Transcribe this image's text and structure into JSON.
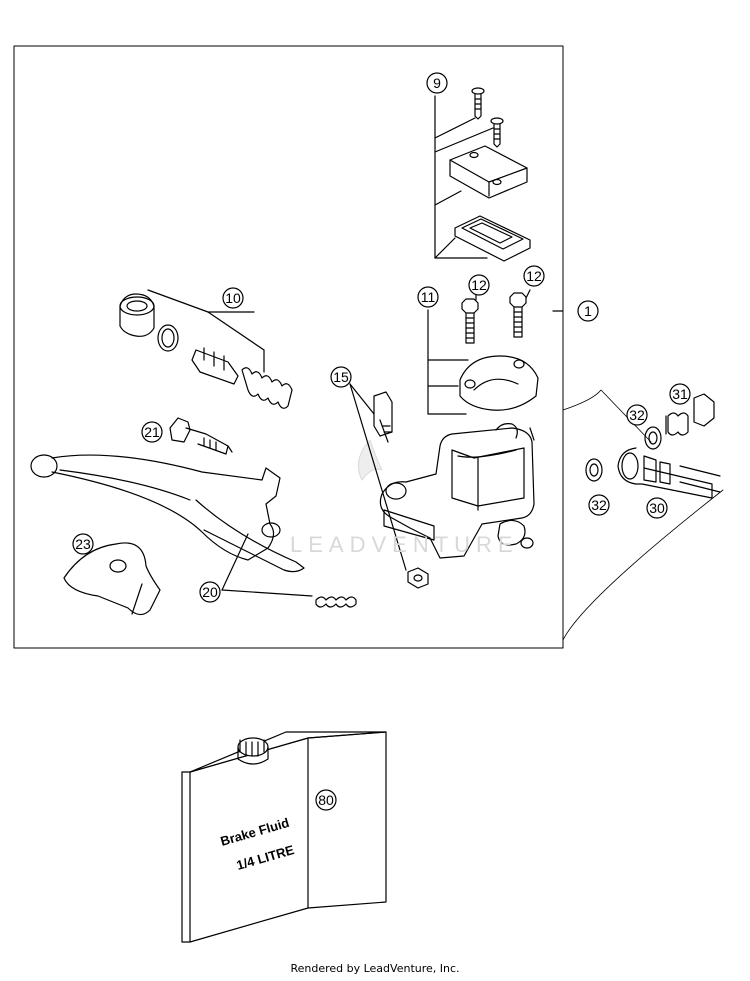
{
  "callouts": {
    "c1": "1",
    "c9": "9",
    "c10": "10",
    "c11": "11",
    "c12a": "12",
    "c12b": "12",
    "c15": "15",
    "c20": "20",
    "c21": "21",
    "c23": "23",
    "c30": "30",
    "c31": "31",
    "c32a": "32",
    "c32b": "32",
    "c80": "80"
  },
  "bottle": {
    "line1": "Brake Fluid",
    "line2": "1/4 LITRE"
  },
  "watermark": "LEADVENTURE",
  "footer": "Rendered by LeadVenture, Inc."
}
